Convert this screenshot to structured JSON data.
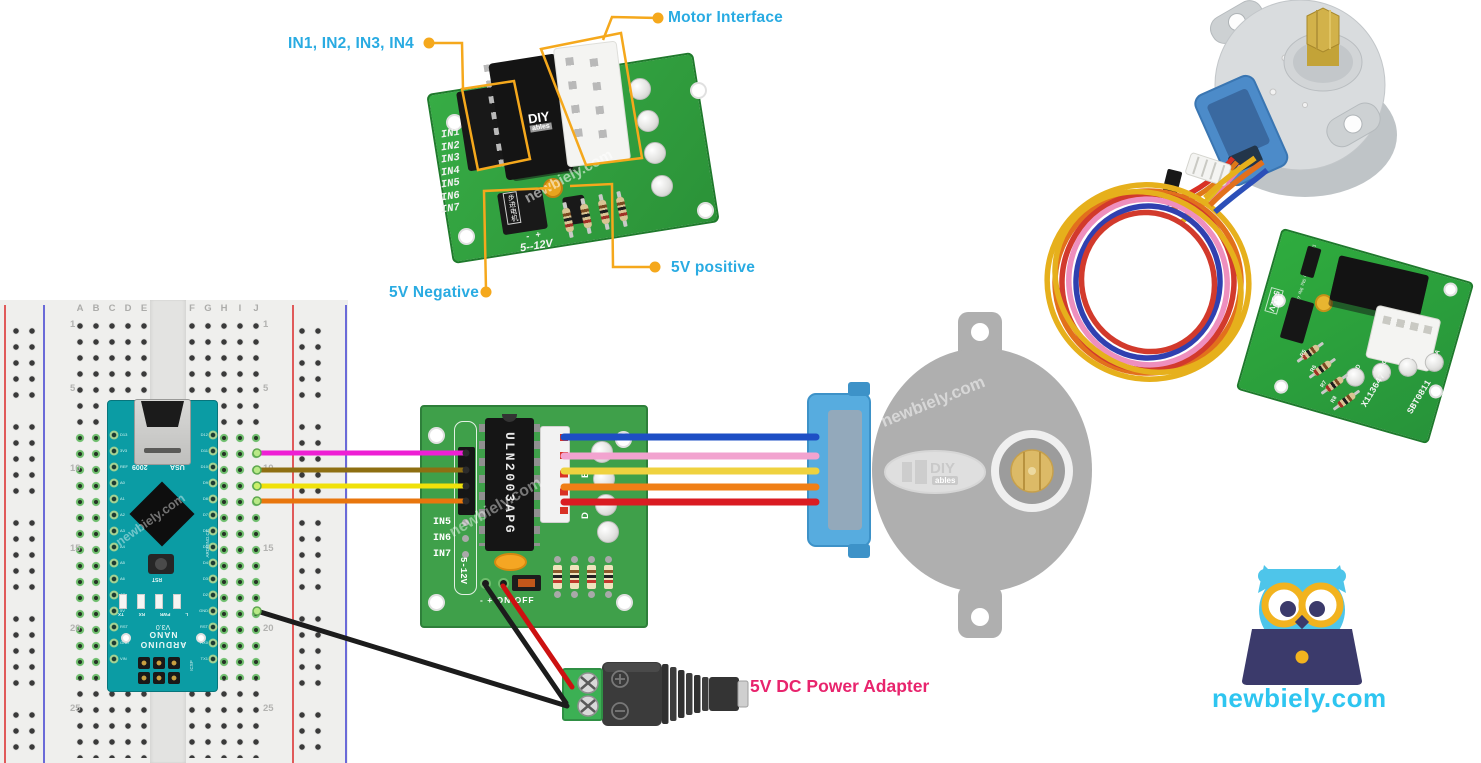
{
  "labels": {
    "motor_interface": "Motor Interface",
    "in_pins": "IN1, IN2, IN3, IN4",
    "v_negative": "5V Negative",
    "v_positive": "5V positive",
    "power_adapter": "5V DC Power Adapter"
  },
  "brand": {
    "site": "newbiely.com"
  },
  "colors": {
    "label_cyan": "#29ABE2",
    "annotation_orange": "#F5A81C",
    "label_pink": "#E8246D",
    "pcb_green": "#3FA04A",
    "nano_teal": "#0B9CA4",
    "motor_blue": "#57ACDF",
    "wire_magenta": "#EE1FD4",
    "wire_olive": "#8E6F12",
    "wire_yellow": "#F0E10A",
    "wire_orange": "#E8760D",
    "wire_blue": "#1E4FC5",
    "wire_pink": "#F2A3CF",
    "wire_red": "#DA1B22"
  },
  "photo_board": {
    "in_labels": [
      "IN1",
      "IN2",
      "IN3",
      "IN4",
      "IN5",
      "IN6",
      "IN7"
    ],
    "polarity": "-  +",
    "voltage": "5--12V",
    "cn_label": "步进电机",
    "chip_logo": "DIY",
    "chip_logo_sub": "ables",
    "watermark": "newbiely.com"
  },
  "driver_board": {
    "chip": "ULN2003APG",
    "in_labels": [
      "IN5",
      "IN6",
      "IN7"
    ],
    "voltage": "5-12V",
    "power_row": "-  +   ON/OFF",
    "led_letters": [
      "B",
      "D"
    ],
    "watermark": "newbiely.com"
  },
  "breadboard": {
    "letters_left": [
      "A",
      "B",
      "C",
      "D",
      "E"
    ],
    "letters_right": [
      "F",
      "G",
      "H",
      "I",
      "J"
    ],
    "row_marks": [
      "1",
      "5",
      "10",
      "15",
      "20",
      "25"
    ]
  },
  "nano": {
    "brand": "ARDUINO",
    "model": "NANO",
    "version": "V3.0",
    "usb_year": "2009",
    "usb_text": "USA",
    "reset": "RST",
    "icsp": "ICSP",
    "maker": "ARDUINO.CC",
    "led_labels": [
      "L",
      "PWR",
      "RX",
      "TX"
    ],
    "pins_left": [
      "D13",
      "3V3",
      "REF",
      "A0",
      "A1",
      "A2",
      "A3",
      "A4",
      "A5",
      "A6",
      "A7",
      "5V",
      "RST",
      "GND",
      "VIN"
    ],
    "pins_right": [
      "D12",
      "D11",
      "D10",
      "D9",
      "D8",
      "D7",
      "D6",
      "D5",
      "D4",
      "D3",
      "D2",
      "GND",
      "RST",
      "RX0",
      "TX1"
    ],
    "watermark": "newbiely.com"
  },
  "motor": {
    "watermark": "newbiely.com",
    "logo": "DIY",
    "logo_sub": "ables"
  },
  "small_board": {
    "in_labels": [
      "IN1",
      "IN2",
      "IN3",
      "IN4",
      "IN5",
      "IN6",
      "IN7"
    ],
    "code_left": "X113647",
    "code_right": "SBT0811",
    "voltage": "5-12V",
    "resistors": [
      "R5",
      "R6",
      "R7",
      "R8"
    ],
    "led_letters": [
      "A",
      "B",
      "C",
      "D"
    ]
  }
}
